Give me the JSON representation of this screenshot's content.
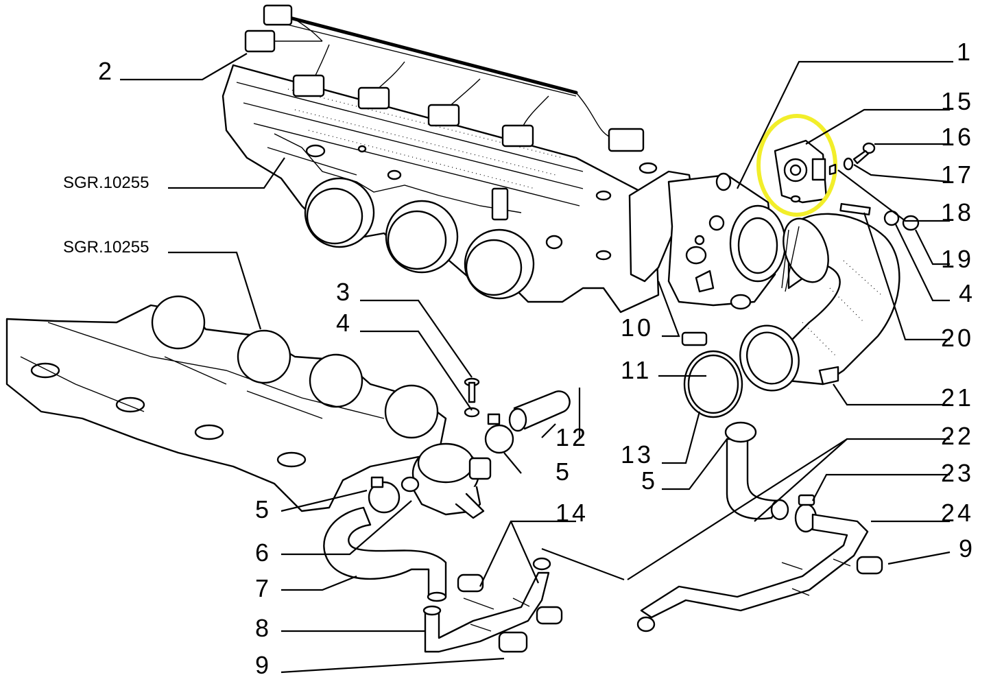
{
  "labels": {
    "l1": "1",
    "l2": "2",
    "l3": "3",
    "l4a": "4",
    "l4b": "4",
    "l5a": "5",
    "l5b": "5",
    "l5c": "5",
    "l6": "6",
    "l7": "7",
    "l8": "8",
    "l9a": "9",
    "l9b": "9",
    "l10": "10",
    "l11": "11",
    "l12": "12",
    "l13": "13",
    "l14": "14",
    "l15": "15",
    "l16": "16",
    "l17": "17",
    "l18": "18",
    "l19": "19",
    "l20": "20",
    "l21": "21",
    "l22": "22",
    "l23": "23",
    "l24": "24"
  },
  "refs": {
    "r1": "SGR.10255",
    "r2": "SGR.10255"
  },
  "highlight": {
    "color": "#f2ee2a"
  }
}
